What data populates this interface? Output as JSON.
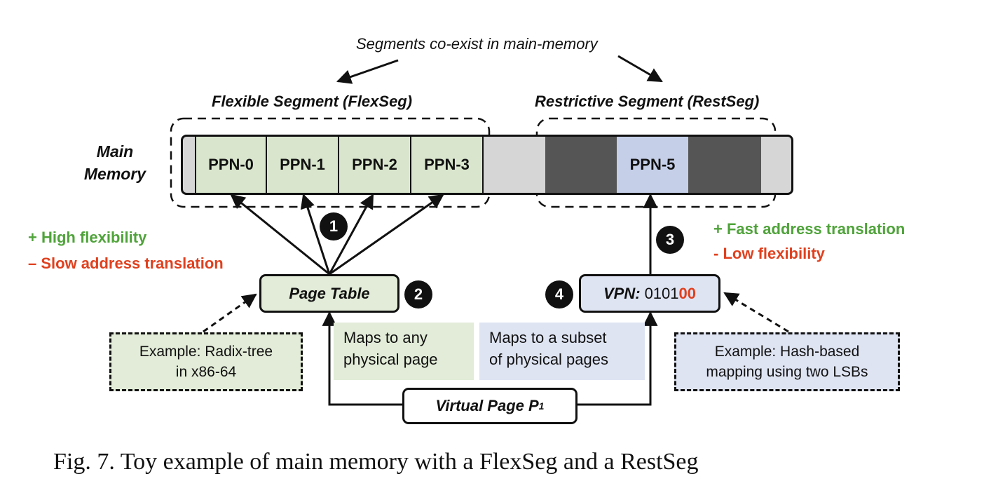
{
  "top_note": "Segments co-exist in main-memory",
  "flexseg_title": "Flexible Segment (FlexSeg)",
  "restseg_title": "Restrictive Segment (RestSeg)",
  "main_memory_label": [
    "Main",
    "Memory"
  ],
  "memory_cells": {
    "ppn0": "PPN-0",
    "ppn1": "PPN-1",
    "ppn2": "PPN-2",
    "ppn3": "PPN-3",
    "ppn5": "PPN-5"
  },
  "flex_pros_cons": {
    "pro": "+ High flexibility",
    "con": "– Slow address translation"
  },
  "rest_pros_cons": {
    "pro": "+ Fast address translation",
    "con": "- Low flexibility"
  },
  "steps": {
    "s1": "1",
    "s2": "2",
    "s3": "3",
    "s4": "4"
  },
  "page_table_label": "Page Table",
  "vpn": {
    "label": "VPN:",
    "bits_black": "0101",
    "bits_red": "00"
  },
  "flex_example": {
    "line1": "Example: Radix-tree",
    "line2": "in x86-64"
  },
  "rest_example": {
    "line1": "Example: Hash-based",
    "line2": "mapping using two LSBs"
  },
  "maps_any": {
    "line1": "Maps to any",
    "line2": "physical page"
  },
  "maps_subset": {
    "line1": "Maps to a subset",
    "line2": "of physical pages"
  },
  "virtual_page": {
    "label": "Virtual Page P",
    "subscript": "1"
  },
  "caption": "Fig. 7.  Toy example of main memory with a FlexSeg and a RestSeg",
  "colors": {
    "flex_cell": "#d9e6cd",
    "rest_cell": "#c5cfe8",
    "dark_cell": "#555555",
    "empty_cell": "#d6d6d6",
    "pro_green": "#4fa33a",
    "con_red": "#e0401e"
  }
}
